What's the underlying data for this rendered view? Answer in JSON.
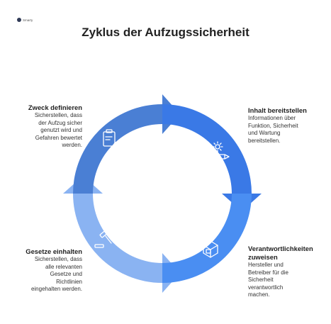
{
  "brand": {
    "logo_text": "Smarty"
  },
  "title": "Zyklus der Aufzugssicherheit",
  "segments": [
    {
      "id": "zweck",
      "heading": "Zweck definieren",
      "text_lines": [
        "Sicherstellen, dass",
        "der Aufzug sicher",
        "genutzt wird und",
        "Gefahren bewertet",
        "werden."
      ],
      "icon": "clipboard-search-icon",
      "color": "#4a7fd4"
    },
    {
      "id": "inhalt",
      "heading": "Inhalt bereitstellen",
      "text_lines": [
        "Informationen über",
        "Funktion, Sicherheit",
        "und Wartung",
        "bereitstellen."
      ],
      "icon": "gear-pen-icon",
      "color": "#3a79e6"
    },
    {
      "id": "verantwortlichkeiten",
      "heading_lines": [
        "Verantwortlichkeiten",
        "zuweisen"
      ],
      "text_lines": [
        "Hersteller und",
        "Betreiber für die",
        "Sicherheit",
        "verantwortlich",
        "machen."
      ],
      "icon": "box-stack-icon",
      "color": "#4a8ef2"
    },
    {
      "id": "gesetze",
      "heading": "Gesetze einhalten",
      "text_lines": [
        "Sicherstellen, dass",
        "alle relevanten",
        "Gesetze und",
        "Richtlinien",
        "eingehalten werden."
      ],
      "icon": "gavel-icon",
      "color": "#8ab3f2"
    }
  ]
}
